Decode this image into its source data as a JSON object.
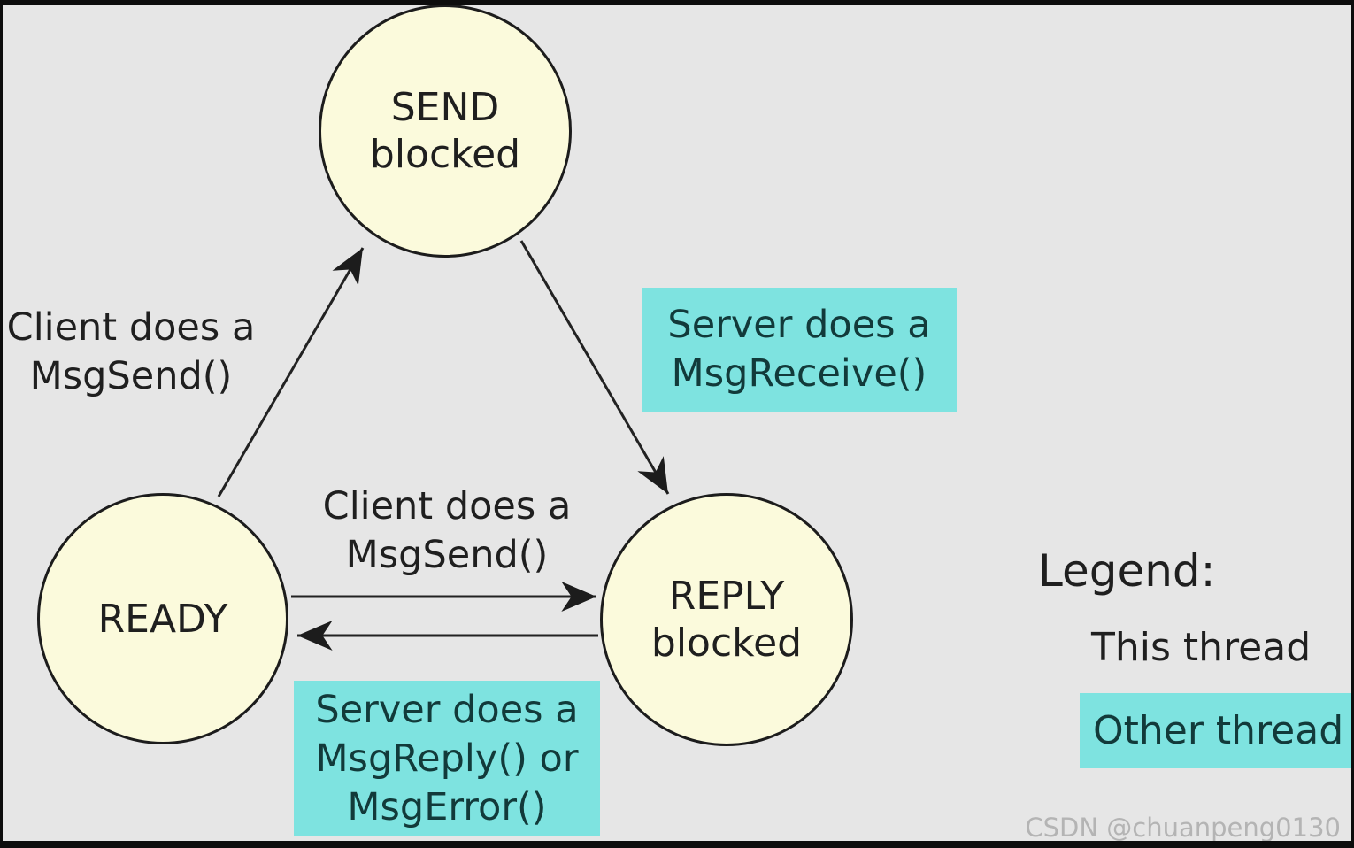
{
  "diagram": {
    "title_implicit": "Message-passing thread states",
    "colors": {
      "background": "#e6e6e6",
      "state_fill": "#fbfadc",
      "state_border": "#1c1c1c",
      "highlight": "#7ee3e0",
      "text": "#1f1f1f",
      "watermark": "#b4b4b4",
      "frame": "#0d0d0d"
    },
    "states": [
      {
        "id": "send-blocked",
        "label": "SEND\nblocked"
      },
      {
        "id": "ready",
        "label": "READY"
      },
      {
        "id": "reply-blocked",
        "label": "REPLY\nblocked"
      }
    ],
    "annotations": [
      {
        "id": "client-msgsend-upper",
        "label": "Client does a\nMsgSend()",
        "highlighted": false
      },
      {
        "id": "server-msgreceive",
        "label": "Server does a\nMsgReceive()",
        "highlighted": true
      },
      {
        "id": "client-msgsend-middle",
        "label": "Client does a\nMsgSend()",
        "highlighted": false
      },
      {
        "id": "server-msgreply",
        "label": "Server does a\nMsgReply() or\nMsgError()",
        "highlighted": true
      }
    ],
    "transitions": [
      {
        "from": "ready",
        "to": "send-blocked",
        "action": "Client does a MsgSend()"
      },
      {
        "from": "send-blocked",
        "to": "reply-blocked",
        "action": "Server does a MsgReceive()"
      },
      {
        "from": "ready",
        "to": "reply-blocked",
        "action": "Client does a MsgSend()"
      },
      {
        "from": "reply-blocked",
        "to": "ready",
        "action": "Server does a MsgReply() or MsgError()"
      }
    ],
    "legend": {
      "title": "Legend:",
      "items": [
        {
          "label": "This thread",
          "highlighted": false
        },
        {
          "label": "Other thread",
          "highlighted": true
        }
      ]
    },
    "watermark": "CSDN @chuanpeng0130"
  }
}
